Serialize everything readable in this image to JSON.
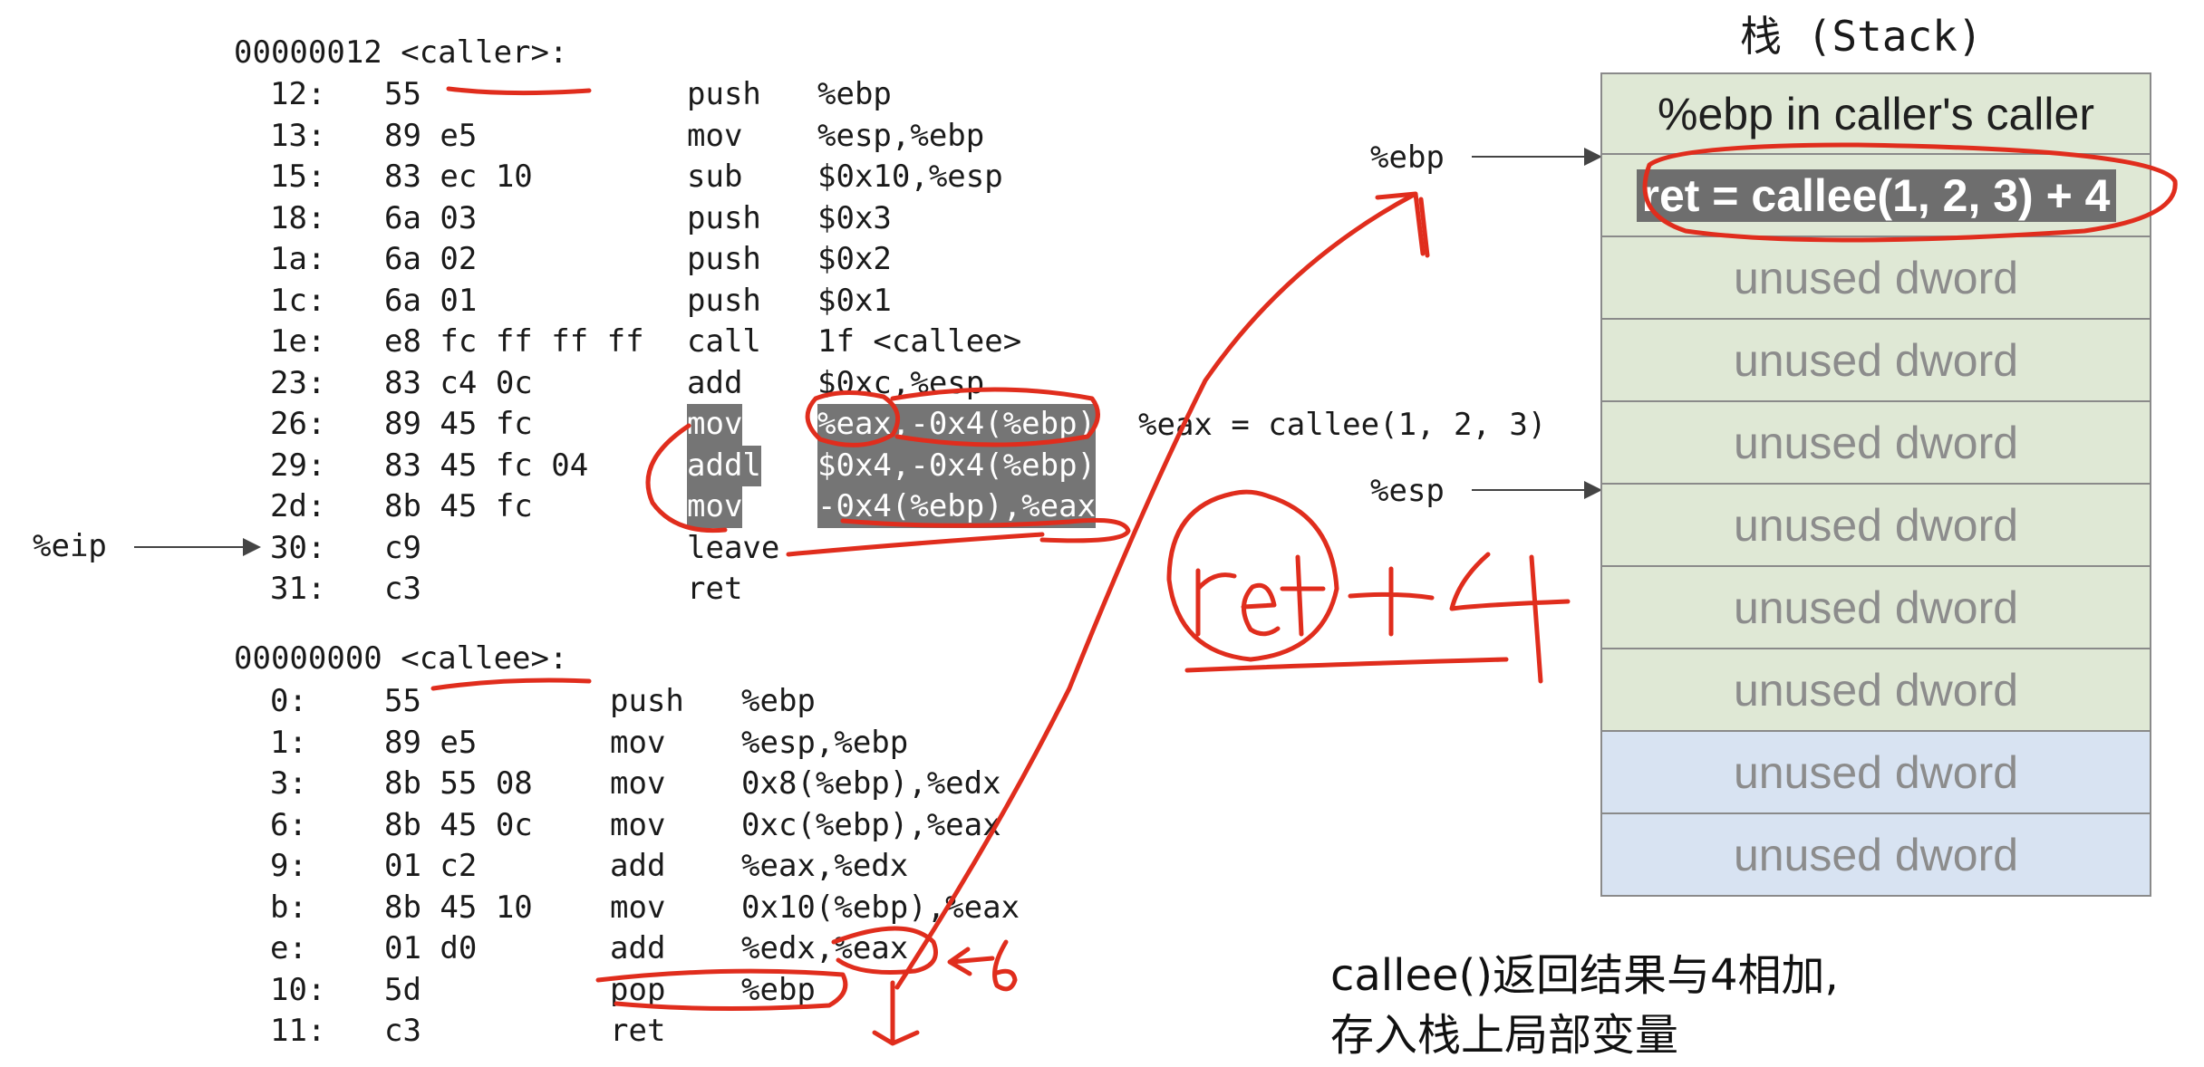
{
  "caller": {
    "header": "00000012 <caller>:",
    "rows": [
      {
        "addr": "12:",
        "bytes": "55",
        "op": "push",
        "args": "%ebp"
      },
      {
        "addr": "13:",
        "bytes": "89 e5",
        "op": "mov",
        "args": "%esp,%ebp"
      },
      {
        "addr": "15:",
        "bytes": "83 ec 10",
        "op": "sub",
        "args": "$0x10,%esp"
      },
      {
        "addr": "18:",
        "bytes": "6a 03",
        "op": "push",
        "args": "$0x3"
      },
      {
        "addr": "1a:",
        "bytes": "6a 02",
        "op": "push",
        "args": "$0x2"
      },
      {
        "addr": "1c:",
        "bytes": "6a 01",
        "op": "push",
        "args": "$0x1"
      },
      {
        "addr": "1e:",
        "bytes": "e8 fc ff ff ff",
        "op": "call",
        "args": "1f <callee>"
      },
      {
        "addr": "23:",
        "bytes": "83 c4 0c",
        "op": "add",
        "args": "$0xc,%esp"
      },
      {
        "addr": "26:",
        "bytes": "89 45 fc",
        "op": "mov",
        "args": "%eax,-0x4(%ebp)"
      },
      {
        "addr": "29:",
        "bytes": "83 45 fc 04",
        "op": "addl",
        "args": "$0x4,-0x4(%ebp)"
      },
      {
        "addr": "2d:",
        "bytes": "8b 45 fc",
        "op": "mov",
        "args": "-0x4(%ebp),%eax"
      },
      {
        "addr": "30:",
        "bytes": "c9",
        "op": "leave",
        "args": ""
      },
      {
        "addr": "31:",
        "bytes": "c3",
        "op": "ret",
        "args": ""
      }
    ],
    "comment": "%eax = callee(1, 2, 3)"
  },
  "callee": {
    "header": "00000000 <callee>:",
    "rows": [
      {
        "addr": "0:",
        "bytes": "55",
        "op": "push",
        "args": "%ebp"
      },
      {
        "addr": "1:",
        "bytes": "89 e5",
        "op": "mov",
        "args": "%esp,%ebp"
      },
      {
        "addr": "3:",
        "bytes": "8b 55 08",
        "op": "mov",
        "args": "0x8(%ebp),%edx"
      },
      {
        "addr": "6:",
        "bytes": "8b 45 0c",
        "op": "mov",
        "args": "0xc(%ebp),%eax"
      },
      {
        "addr": "9:",
        "bytes": "01 c2",
        "op": "add",
        "args": "%eax,%edx"
      },
      {
        "addr": "b:",
        "bytes": "8b 45 10",
        "op": "mov",
        "args": "0x10(%ebp),%eax"
      },
      {
        "addr": "e:",
        "bytes": "01 d0",
        "op": "add",
        "args": "%edx,%eax"
      },
      {
        "addr": "10:",
        "bytes": "5d",
        "op": "pop",
        "args": "%ebp"
      },
      {
        "addr": "11:",
        "bytes": "c3",
        "op": "ret",
        "args": ""
      }
    ]
  },
  "pointers": {
    "eip": "%eip",
    "ebp": "%ebp",
    "esp": "%esp"
  },
  "stack": {
    "title": "栈 (Stack)",
    "cells": [
      {
        "label": "%ebp in caller's caller",
        "kind": "green",
        "style": "dark"
      },
      {
        "label": "ret = callee(1, 2, 3) + 4",
        "kind": "green",
        "style": "highlight"
      },
      {
        "label": "unused dword",
        "kind": "green",
        "style": "normal"
      },
      {
        "label": "unused dword",
        "kind": "green",
        "style": "normal"
      },
      {
        "label": "unused dword",
        "kind": "green",
        "style": "normal"
      },
      {
        "label": "unused dword",
        "kind": "green",
        "style": "normal"
      },
      {
        "label": "unused dword",
        "kind": "green",
        "style": "normal"
      },
      {
        "label": "unused dword",
        "kind": "green",
        "style": "normal"
      },
      {
        "label": "unused dword",
        "kind": "blue",
        "style": "normal"
      },
      {
        "label": "unused dword",
        "kind": "blue",
        "style": "normal"
      }
    ]
  },
  "caption": {
    "line1": "callee()返回结果与4相加,",
    "line2": "存入栈上局部变量"
  },
  "annotations": {
    "handwritten": "ret + 4",
    "handwritten_digit": "6"
  },
  "colors": {
    "annotation": "#e02d1d",
    "highlight": "#757575",
    "stack_green": "#dfe8d5",
    "stack_blue": "#d8e3f2"
  }
}
